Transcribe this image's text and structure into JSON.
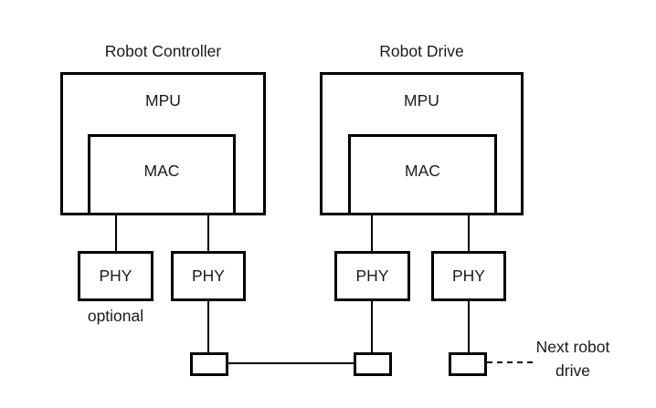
{
  "diagram": {
    "colors": {
      "background": "#ffffff",
      "line": "#000000",
      "text": "#1a1a1a"
    },
    "controller": {
      "title": "Robot Controller",
      "mpu_label": "MPU",
      "mac_label": "MAC"
    },
    "drive": {
      "title": "Robot Drive",
      "mpu_label": "MPU",
      "mac_label": "MAC"
    },
    "phys": [
      {
        "label": "PHY"
      },
      {
        "label": "PHY"
      },
      {
        "label": "PHY"
      },
      {
        "label": "PHY"
      }
    ],
    "optional_label": "optional",
    "next_robot_label": {
      "line1": "Next robot",
      "line2": "drive"
    }
  }
}
